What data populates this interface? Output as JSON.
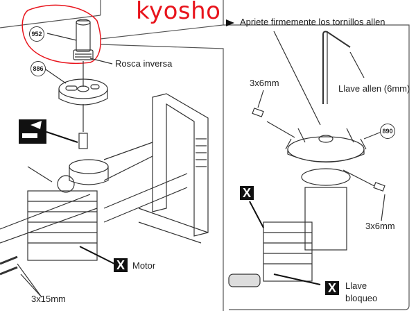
{
  "brand": {
    "text": "kyosho",
    "color": "#e8141c"
  },
  "part_numbers": {
    "upper_shaft": "952",
    "adapter": "886",
    "fan": "890"
  },
  "labels": {
    "reverse_thread": "Rosca inversa",
    "instruction": "Apriete firmemente los tornillos allen",
    "allen_key": "Llave allen (6mm)",
    "screw_top": "3x6mm",
    "screw_bottom": "3x6mm",
    "screws_long": "3x15mm",
    "motor": "Motor",
    "lock_key_line1": "Llave",
    "lock_key_line2": "bloqueo"
  },
  "badges": {
    "x": "X"
  },
  "icons": [
    "threadlock-icon",
    "arrow-right-icon"
  ]
}
